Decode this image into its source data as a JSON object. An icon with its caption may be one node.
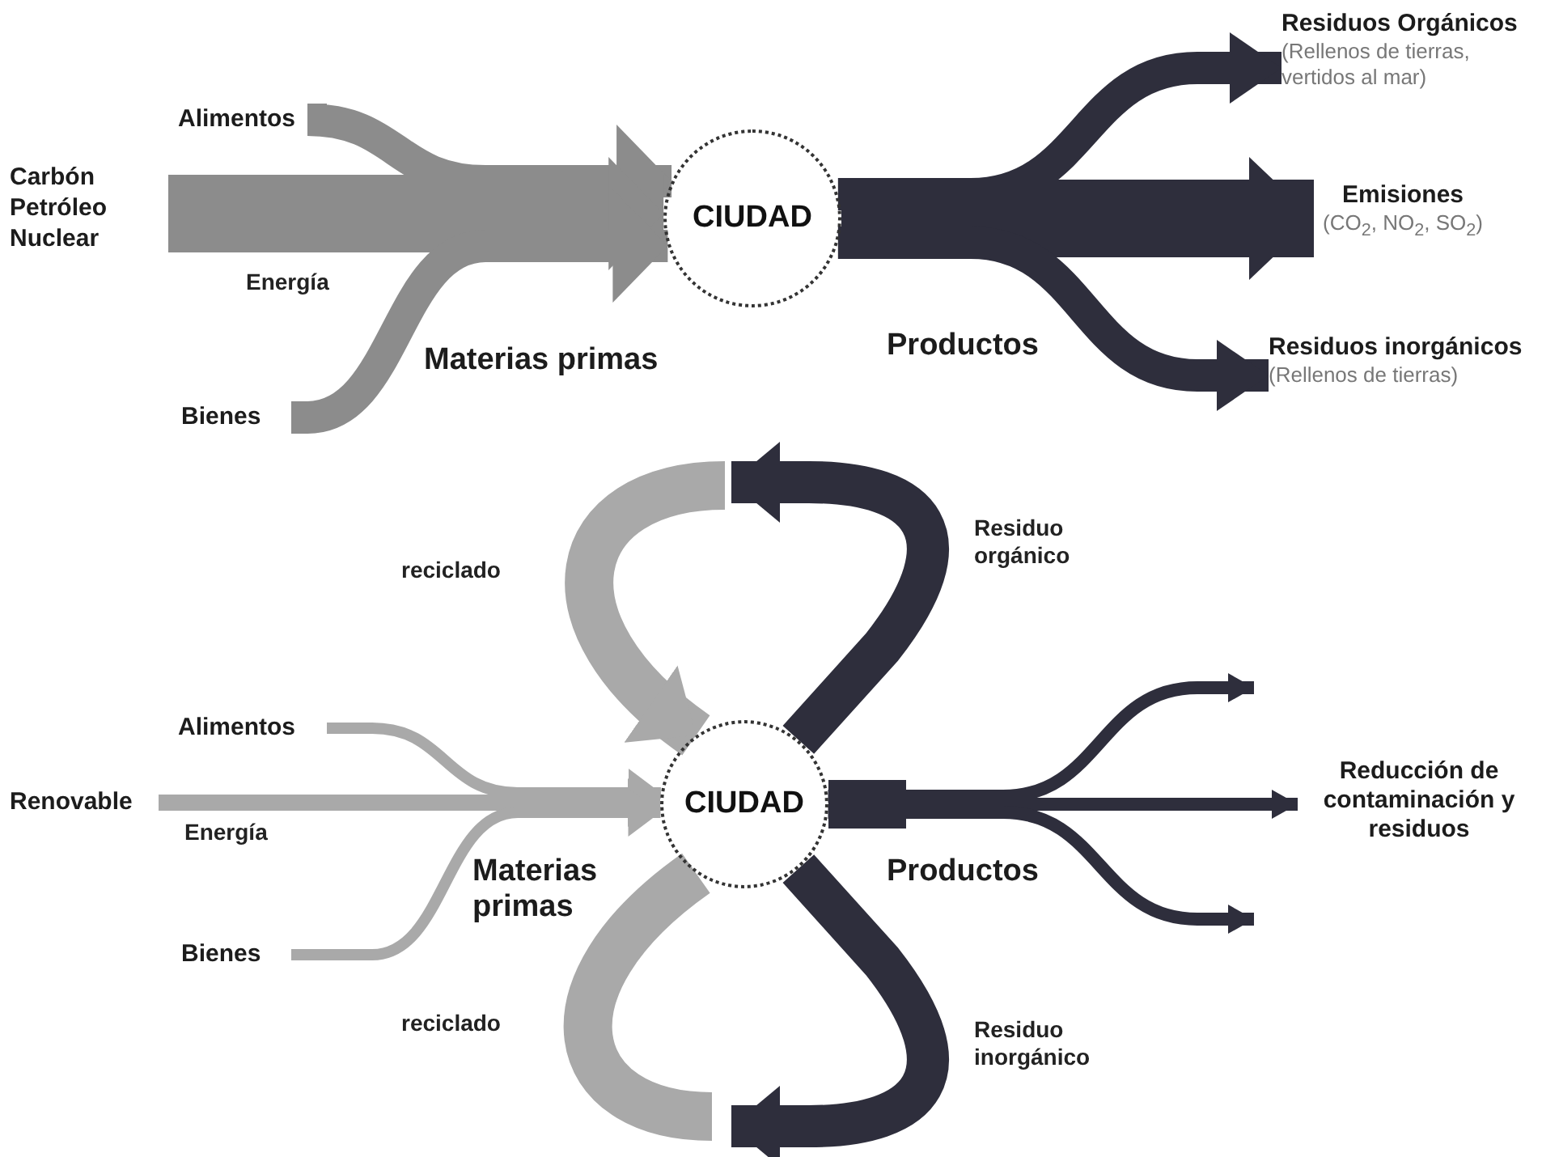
{
  "diagram": {
    "nodes": [
      {
        "text": [
          "Alimentos"
        ]
      },
      {
        "text": [
          "Carbón Petróleo Nuclear"
        ]
      },
      {
        "text": [
          "Bienes"
        ]
      },
      {
        "text": [
          "CIUDAD"
        ]
      },
      {
        "text": [
          "Residuos Orgánicos",
          "(Rellenos de tierras, vertidos al mar)"
        ]
      },
      {
        "text": [
          "Emisiones",
          "(CO$_{2}$, NO$_{2}$, SO$_{2}$)"
        ]
      },
      {
        "text": [
          "Residuos inorgánicos",
          "(Rellenos de tierras)"
        ]
      },
      {
        "text": [
          "Alimentos"
        ]
      },
      {
        "text": [
          "Renovable"
        ]
      },
      {
        "text": [
          "Bienes"
        ]
      },
      {
        "text": [
          "CIUDAD"
        ]
      },
      {
        "text": [
          "Reducción de contaminación y residuos"
        ]
      }
    ],
    "edges": [
      {
        "from": 0,
        "to": 3,
        "arrow": "to",
        "color": "#8c8c8c"
      },
      {
        "from": 1,
        "to": 3,
        "arrow": "to",
        "label": "Energía",
        "style": "thick",
        "color": "#8c8c8c"
      },
      {
        "from": 2,
        "to": 3,
        "arrow": "to",
        "color": "#8c8c8c"
      },
      {
        "from": 3,
        "to": 4,
        "arrow": "to",
        "color": "#2e2e3c"
      },
      {
        "from": 3,
        "to": 5,
        "arrow": "to",
        "style": "thick",
        "color": "#2e2e3c"
      },
      {
        "from": 3,
        "to": 6,
        "arrow": "to",
        "color": "#2e2e3c"
      },
      {
        "from": 7,
        "to": 10,
        "arrow": "to",
        "color": "#a9a9a9"
      },
      {
        "from": 8,
        "to": 10,
        "arrow": "to",
        "label": "Energía",
        "color": "#a9a9a9"
      },
      {
        "from": 9,
        "to": 10,
        "arrow": "to",
        "color": "#a9a9a9"
      },
      {
        "from": 10,
        "to": null,
        "arrow": "to",
        "label": "Residuo orgánico",
        "color": "#2e2e3c"
      },
      {
        "from": null,
        "to": 10,
        "arrow": "to",
        "label": "reciclado",
        "color": "#a9a9a9"
      },
      {
        "from": null,
        "to": 10,
        "arrow": "none",
        "label": "reciclado",
        "color": "#a9a9a9"
      },
      {
        "from": 10,
        "to": null,
        "arrow": "to",
        "label": "Residuo inorgánico",
        "color": "#2e2e3c"
      },
      {
        "from": 10,
        "to": null,
        "arrow": "to",
        "color": "#2e2e3c"
      },
      {
        "from": 10,
        "to": 11,
        "arrow": "to",
        "color": "#2e2e3c"
      },
      {
        "from": 10,
        "to": null,
        "arrow": "to",
        "color": "#2e2e3c"
      }
    ],
    "labels": [
      "Materias primas",
      "Productos",
      "Materias primas",
      "Productos"
    ]
  }
}
